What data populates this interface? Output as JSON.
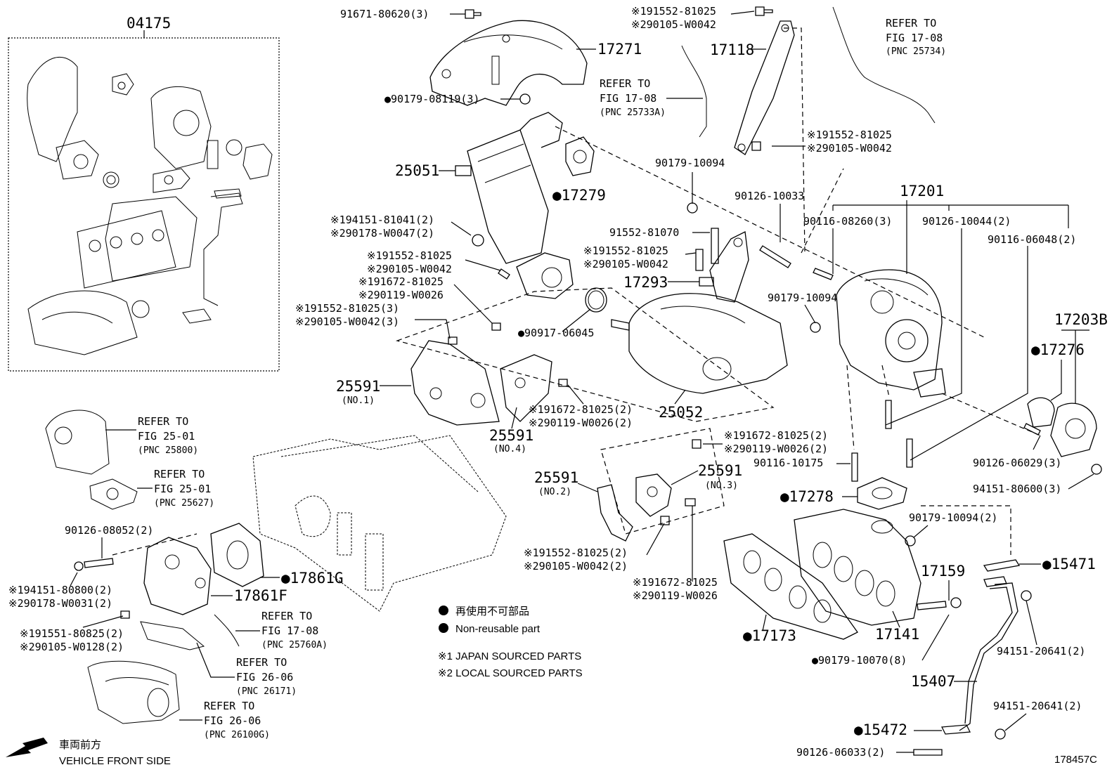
{
  "diagram_id": "178457C",
  "kit": {
    "pnc": "04175"
  },
  "labels": {
    "l_91671": "91671-80620(3)",
    "l_17271": "17271",
    "l_90179_08119": "●90179-08119(3)",
    "l_refer_17_08_a_1": "REFER TO",
    "l_refer_17_08_a_2": "FIG 17-08",
    "l_refer_17_08_a_3": "(PNC 25733A)",
    "l_25051": "25051",
    "l_17279": "●17279",
    "l_194151_81041": "※194151-81041(2)",
    "l_290178_w0047": "※290178-W0047(2)",
    "l_191552_a": "※191552-81025",
    "l_290105_a": "※290105-W0042",
    "l_191672_a": "※191672-81025",
    "l_290119_a": "※290119-W0026",
    "l_191552_3": "※191552-81025(3)",
    "l_290105_3": "※290105-W0042(3)",
    "l_90917": "●90917-06045",
    "l_25591_no1": "25591",
    "l_no1": "(NO.1)",
    "l_25591_no4": "25591",
    "l_no4": "(NO.4)",
    "l_191672_2a": "※191672-81025(2)",
    "l_290119_2a": "※290119-W0026(2)",
    "l_25052": "25052",
    "l_191552_top": "※191552-81025",
    "l_290105_top": "※290105-W0042",
    "l_17118": "17118",
    "l_191552_mid": "※191552-81025",
    "l_290105_mid": "※290105-W0042",
    "l_90179_10094_a": "90179-10094",
    "l_refer_17_08_b_1": "REFER TO",
    "l_refer_17_08_b_2": "FIG 17-08",
    "l_refer_17_08_b_3": "(PNC 25734)",
    "l_90126_10033": "90126-10033",
    "l_17201": "17201",
    "l_91552_81070": "91552-81070",
    "l_191552_b": "※191552-81025",
    "l_290105_b": "※290105-W0042",
    "l_17293": "17293",
    "l_90116_08260": "90116-08260(3)",
    "l_90126_10044": "90126-10044(2)",
    "l_90116_06048": "90116-06048(2)",
    "l_90179_10094_b": "90179-10094",
    "l_17203b": "17203B",
    "l_17276": "●17276",
    "l_90126_06029": "90126-06029(3)",
    "l_94151_80600": "94151-80600(3)",
    "l_191672_2b": "※191672-81025(2)",
    "l_290119_2b": "※290119-W0026(2)",
    "l_90116_10175": "90116-10175",
    "l_25591_no2": "25591",
    "l_no2": "(NO.2)",
    "l_25591_no3": "25591",
    "l_no3": "(NO.3)",
    "l_17278": "●17278",
    "l_90179_10094_2": "90179-10094(2)",
    "l_15471": "●15471",
    "l_17159": "17159",
    "l_191552_2c": "※191552-81025(2)",
    "l_290105_2c": "※290105-W0042(2)",
    "l_191672_c": "※191672-81025",
    "l_290119_c": "※290119-W0026",
    "l_17173": "●17173",
    "l_17141": "17141",
    "l_90179_10070": "●90179-10070(8)",
    "l_94151_20641_a": "94151-20641(2)",
    "l_15407": "15407",
    "l_94151_20641_b": "94151-20641(2)",
    "l_15472": "●15472",
    "l_90126_06033": "90126-06033(2)",
    "l_refer_25_01_a_1": "REFER TO",
    "l_refer_25_01_a_2": "FIG 25-01",
    "l_refer_25_01_a_3": "(PNC 25800)",
    "l_refer_25_01_b_1": "REFER TO",
    "l_refer_25_01_b_2": "FIG 25-01",
    "l_refer_25_01_b_3": "(PNC 25627)",
    "l_90126_08052": "90126-08052(2)",
    "l_194151_80800": "※194151-80800(2)",
    "l_290178_w0031": "※290178-W0031(2)",
    "l_17861g": "●17861G",
    "l_17861f": "17861F",
    "l_191551_80825": "※191551-80825(2)",
    "l_290105_w0128": "※290105-W0128(2)",
    "l_refer_17_08_c_1": "REFER TO",
    "l_refer_17_08_c_2": "FIG 17-08",
    "l_refer_17_08_c_3": "(PNC 25760A)",
    "l_refer_26_06_a_1": "REFER TO",
    "l_refer_26_06_a_2": "FIG 26-06",
    "l_refer_26_06_a_3": "(PNC 26171)",
    "l_refer_26_06_b_1": "REFER TO",
    "l_refer_26_06_b_2": "FIG 26-06",
    "l_refer_26_06_b_3": "(PNC 26100G)"
  },
  "legend": {
    "non_reusable_jp": "再使用不可部品",
    "non_reusable_en": "Non-reusable part",
    "japan_sourced": "※1 JAPAN SOURCED PARTS",
    "local_sourced": "※2 LOCAL SOURCED PARTS"
  },
  "orientation": {
    "label_jp": "車両前方",
    "label_en": "VEHICLE FRONT SIDE",
    "arrow_icon": "arrow-left-down-icon"
  }
}
